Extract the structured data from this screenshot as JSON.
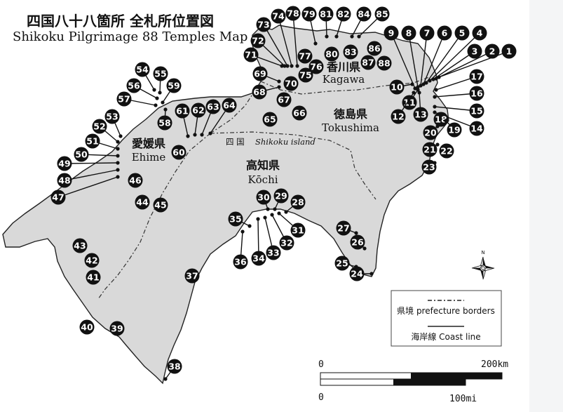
{
  "title": {
    "japanese": "四国八十八箇所 全札所位置図",
    "english": "Shikoku Pilgrimage 88 Temples Map"
  },
  "island_label": {
    "japanese": "四 国",
    "english": "Shikoku island"
  },
  "prefectures": [
    {
      "id": "kagawa",
      "japanese": "香川県",
      "english": "Kagawa"
    },
    {
      "id": "tokushima",
      "japanese": "徳島県",
      "english": "Tokushima"
    },
    {
      "id": "ehime",
      "japanese": "愛媛県",
      "english": "Ehime"
    },
    {
      "id": "kochi",
      "japanese": "高知県",
      "english": "Kōchi"
    }
  ],
  "temples": [
    "1",
    "2",
    "3",
    "4",
    "5",
    "6",
    "7",
    "8",
    "9",
    "10",
    "11",
    "12",
    "13",
    "14",
    "15",
    "16",
    "17",
    "18",
    "19",
    "20",
    "21",
    "22",
    "23",
    "24",
    "25",
    "26",
    "27",
    "28",
    "29",
    "30",
    "31",
    "32",
    "33",
    "34",
    "35",
    "36",
    "37",
    "38",
    "39",
    "40",
    "41",
    "42",
    "43",
    "44",
    "45",
    "46",
    "47",
    "48",
    "49",
    "50",
    "51",
    "52",
    "53",
    "54",
    "55",
    "56",
    "57",
    "58",
    "59",
    "60",
    "61",
    "62",
    "63",
    "64",
    "65",
    "66",
    "67",
    "68",
    "69",
    "70",
    "71",
    "72",
    "73",
    "74",
    "75",
    "76",
    "77",
    "78",
    "79",
    "80",
    "81",
    "82",
    "83",
    "84",
    "85",
    "86",
    "87",
    "88"
  ],
  "legend": {
    "boundary_label": "県境  prefecture borders",
    "coast_label": "海岸線 Coast line"
  },
  "scale": {
    "zero_top": "0",
    "km_label": "200km",
    "zero_bottom": "0",
    "mi_label": "100mi"
  },
  "compass": {
    "north_label": "N"
  },
  "colors": {
    "land": "#d9d9d9",
    "marker": "#111111",
    "marker_text": "#ffffff",
    "background": "#ffffff",
    "border": "#444444"
  }
}
